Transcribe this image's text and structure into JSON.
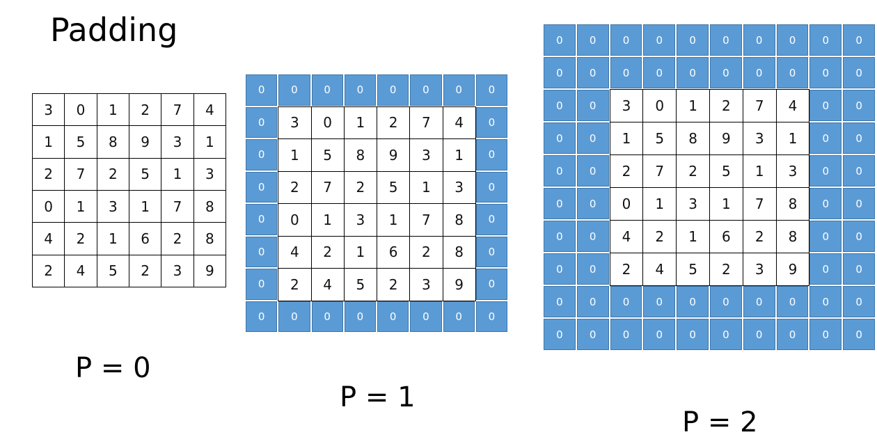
{
  "title": "Padding",
  "pad_value": "0",
  "colors": {
    "padding_fill": "#5b9bd5",
    "padding_text": "#ffffff"
  },
  "matrix": [
    [
      "3",
      "0",
      "1",
      "2",
      "7",
      "4"
    ],
    [
      "1",
      "5",
      "8",
      "9",
      "3",
      "1"
    ],
    [
      "2",
      "7",
      "2",
      "5",
      "1",
      "3"
    ],
    [
      "0",
      "1",
      "3",
      "1",
      "7",
      "8"
    ],
    [
      "4",
      "2",
      "1",
      "6",
      "2",
      "8"
    ],
    [
      "2",
      "4",
      "5",
      "2",
      "3",
      "9"
    ]
  ],
  "panels": [
    {
      "label": "P = 0",
      "padding": 0
    },
    {
      "label": "P = 1",
      "padding": 1
    },
    {
      "label": "P = 2",
      "padding": 2
    }
  ]
}
